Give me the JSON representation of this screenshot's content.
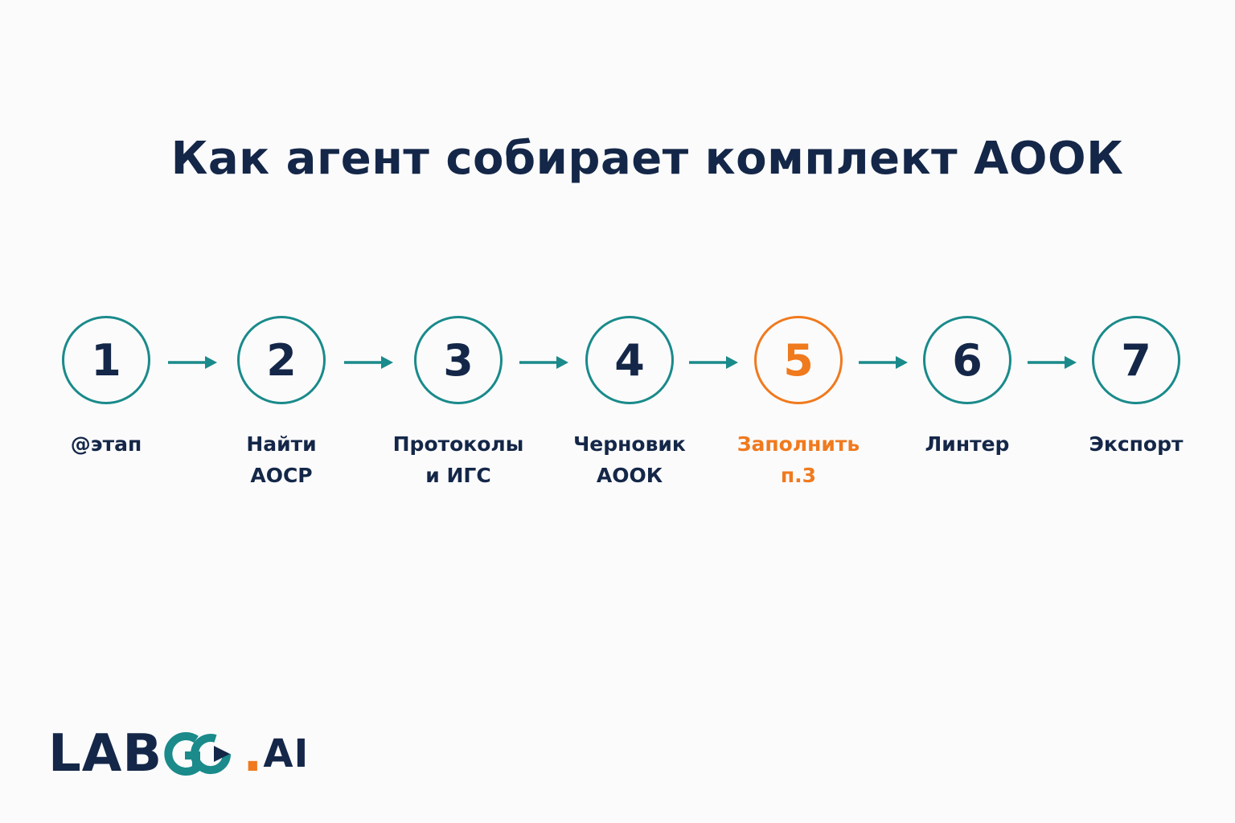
{
  "title": "Как агент собирает комплект АООК",
  "colors": {
    "teal": "#1a8a8a",
    "navy": "#142748",
    "orange": "#f07a1e"
  },
  "steps": [
    {
      "number": "1",
      "label_lines": [
        "@этап"
      ],
      "active": false
    },
    {
      "number": "2",
      "label_lines": [
        "Найти",
        "АОСР"
      ],
      "active": false
    },
    {
      "number": "3",
      "label_lines": [
        "Протоколы",
        "и ИГС"
      ],
      "active": false
    },
    {
      "number": "4",
      "label_lines": [
        "Черновик",
        "АООК"
      ],
      "active": false
    },
    {
      "number": "5",
      "label_lines": [
        "Заполнить",
        "п.3"
      ],
      "active": true
    },
    {
      "number": "6",
      "label_lines": [
        "Линтер"
      ],
      "active": false
    },
    {
      "number": "7",
      "label_lines": [
        "Экспорт"
      ],
      "active": false
    }
  ],
  "logo": {
    "text": "LABGO.AI",
    "part_lab": "LAB",
    "part_go": "GO",
    "part_dot": ".",
    "part_ai": "AI"
  }
}
